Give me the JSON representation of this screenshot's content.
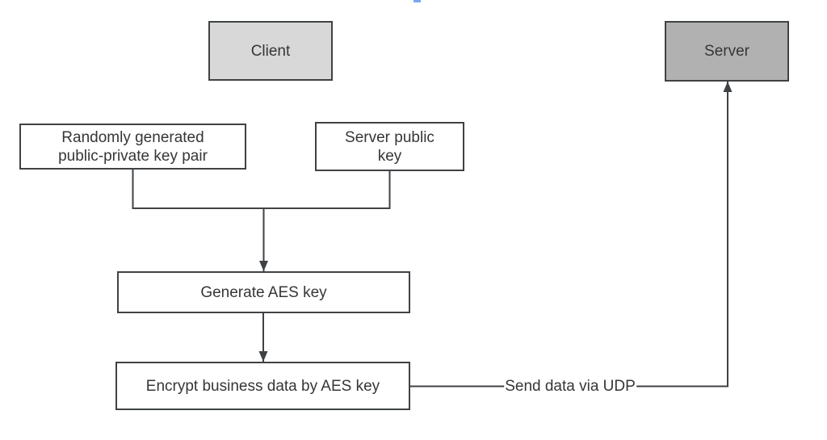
{
  "diagram": {
    "title_hint": "Client-Server AES-over-UDP encryption flow",
    "colors": {
      "line": "#3f4245",
      "text": "#363636",
      "background": "#ffffff",
      "client_fill": "#d8d8d8",
      "server_fill": "#b1b1b1",
      "process_fill": "#ffffff",
      "artifact_blue": "#79a7ec"
    },
    "nodes": {
      "client": {
        "label": "Client",
        "fill": "#d8d8d8"
      },
      "server": {
        "label": "Server",
        "fill": "#b1b1b1"
      },
      "keypair": {
        "lines": [
          "Randomly generated",
          "public-private key pair"
        ],
        "fill": "#ffffff"
      },
      "server_public_key": {
        "lines": [
          "Server public",
          "key"
        ],
        "fill": "#ffffff"
      },
      "generate_aes": {
        "label": "Generate AES key",
        "fill": "#ffffff"
      },
      "encrypt": {
        "label": "Encrypt business data by AES key",
        "fill": "#ffffff"
      }
    },
    "edges": {
      "send_udp_label": "Send data via UDP"
    }
  }
}
